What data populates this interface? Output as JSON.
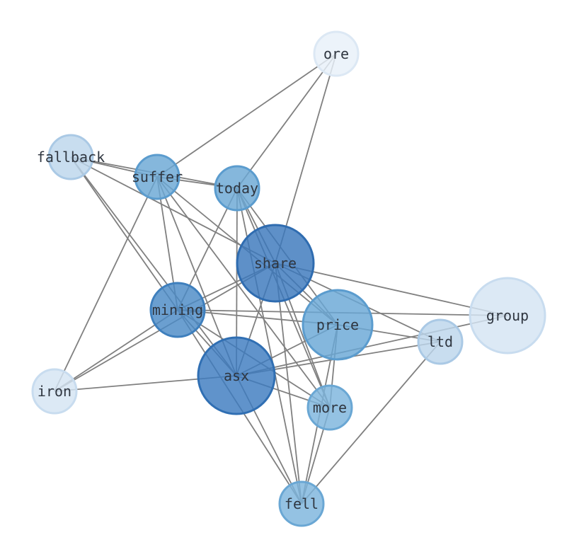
{
  "nodes": [
    {
      "id": "ore",
      "label": "ore",
      "fill": "#e8f0f9",
      "stroke": "#dce8f4",
      "weight": 1
    },
    {
      "id": "fallback",
      "label": "fallback",
      "fill": "#bcd6ec",
      "stroke": "#aac9e5",
      "weight": 1
    },
    {
      "id": "suffer",
      "label": "suffer",
      "fill": "#6aa7d4",
      "stroke": "#5b9cce",
      "weight": 1
    },
    {
      "id": "today",
      "label": "today",
      "fill": "#6aa7d4",
      "stroke": "#5b9cce",
      "weight": 1
    },
    {
      "id": "share",
      "label": "share",
      "fill": "#3b78bc",
      "stroke": "#2f6cb0",
      "weight": 3
    },
    {
      "id": "mining",
      "label": "mining",
      "fill": "#4a8ac6",
      "stroke": "#3e7fbd",
      "weight": 1.5
    },
    {
      "id": "price",
      "label": "price",
      "fill": "#69a7d5",
      "stroke": "#5b9cce",
      "weight": 2.5
    },
    {
      "id": "group",
      "label": "group",
      "fill": "#d4e4f3",
      "stroke": "#c8dcef",
      "weight": 3
    },
    {
      "id": "ltd",
      "label": "ltd",
      "fill": "#bcd6ec",
      "stroke": "#aac9e5",
      "weight": 1
    },
    {
      "id": "asx",
      "label": "asx",
      "fill": "#3d7bbf",
      "stroke": "#306fb3",
      "weight": 3
    },
    {
      "id": "iron",
      "label": "iron",
      "fill": "#d4e4f3",
      "stroke": "#c8dcef",
      "weight": 1
    },
    {
      "id": "more",
      "label": "more",
      "fill": "#7cb5dd",
      "stroke": "#6aa7d4",
      "weight": 1
    },
    {
      "id": "fell",
      "label": "fell",
      "fill": "#7cb5dd",
      "stroke": "#6aa7d4",
      "weight": 1
    }
  ],
  "edges": [
    [
      "ore",
      "suffer"
    ],
    [
      "ore",
      "today"
    ],
    [
      "ore",
      "share"
    ],
    [
      "fallback",
      "suffer"
    ],
    [
      "fallback",
      "today"
    ],
    [
      "fallback",
      "share"
    ],
    [
      "fallback",
      "mining"
    ],
    [
      "fallback",
      "asx"
    ],
    [
      "suffer",
      "today"
    ],
    [
      "suffer",
      "mining"
    ],
    [
      "suffer",
      "asx"
    ],
    [
      "suffer",
      "iron"
    ],
    [
      "suffer",
      "more"
    ],
    [
      "suffer",
      "price"
    ],
    [
      "today",
      "share"
    ],
    [
      "today",
      "mining"
    ],
    [
      "today",
      "asx"
    ],
    [
      "today",
      "price"
    ],
    [
      "today",
      "more"
    ],
    [
      "today",
      "fell"
    ],
    [
      "share",
      "mining"
    ],
    [
      "share",
      "asx"
    ],
    [
      "share",
      "price"
    ],
    [
      "share",
      "group"
    ],
    [
      "share",
      "ltd"
    ],
    [
      "share",
      "iron"
    ],
    [
      "share",
      "more"
    ],
    [
      "share",
      "fell"
    ],
    [
      "mining",
      "asx"
    ],
    [
      "mining",
      "iron"
    ],
    [
      "mining",
      "price"
    ],
    [
      "mining",
      "group"
    ],
    [
      "mining",
      "more"
    ],
    [
      "mining",
      "fell"
    ],
    [
      "price",
      "asx"
    ],
    [
      "price",
      "ltd"
    ],
    [
      "price",
      "more"
    ],
    [
      "price",
      "fell"
    ],
    [
      "group",
      "asx"
    ],
    [
      "ltd",
      "asx"
    ],
    [
      "ltd",
      "fell"
    ],
    [
      "asx",
      "iron"
    ],
    [
      "asx",
      "more"
    ],
    [
      "asx",
      "fell"
    ],
    [
      "more",
      "fell"
    ]
  ]
}
